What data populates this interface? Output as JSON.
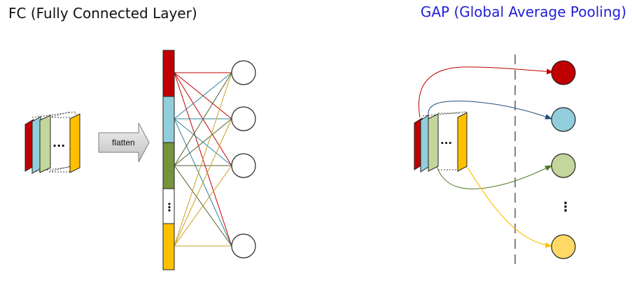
{
  "fc": {
    "title": "FC (Fully Connected Layer)",
    "ellipsis": "...",
    "flatten_label": "flatten",
    "vector_ellipsis": "⋮"
  },
  "gap": {
    "title": "GAP (Global Average Pooling)",
    "ellipsis": "...",
    "nodes_ellipsis": "⋮"
  },
  "colors": {
    "red": "#c00000",
    "blue": "#92cddc",
    "green": "#c3d69b",
    "darkgreen": "#77933c",
    "yellow": "#ffc000",
    "yellow_light": "#ffd966",
    "link_red": "#c00000",
    "link_blue": "#31859c",
    "link_green": "#4f6228",
    "link_yellow": "#c9a227",
    "gap_link_red": "#c00000",
    "gap_link_blue": "#1f4e79",
    "gap_link_green": "#4f7a28",
    "gap_link_yellow": "#ffc000"
  }
}
